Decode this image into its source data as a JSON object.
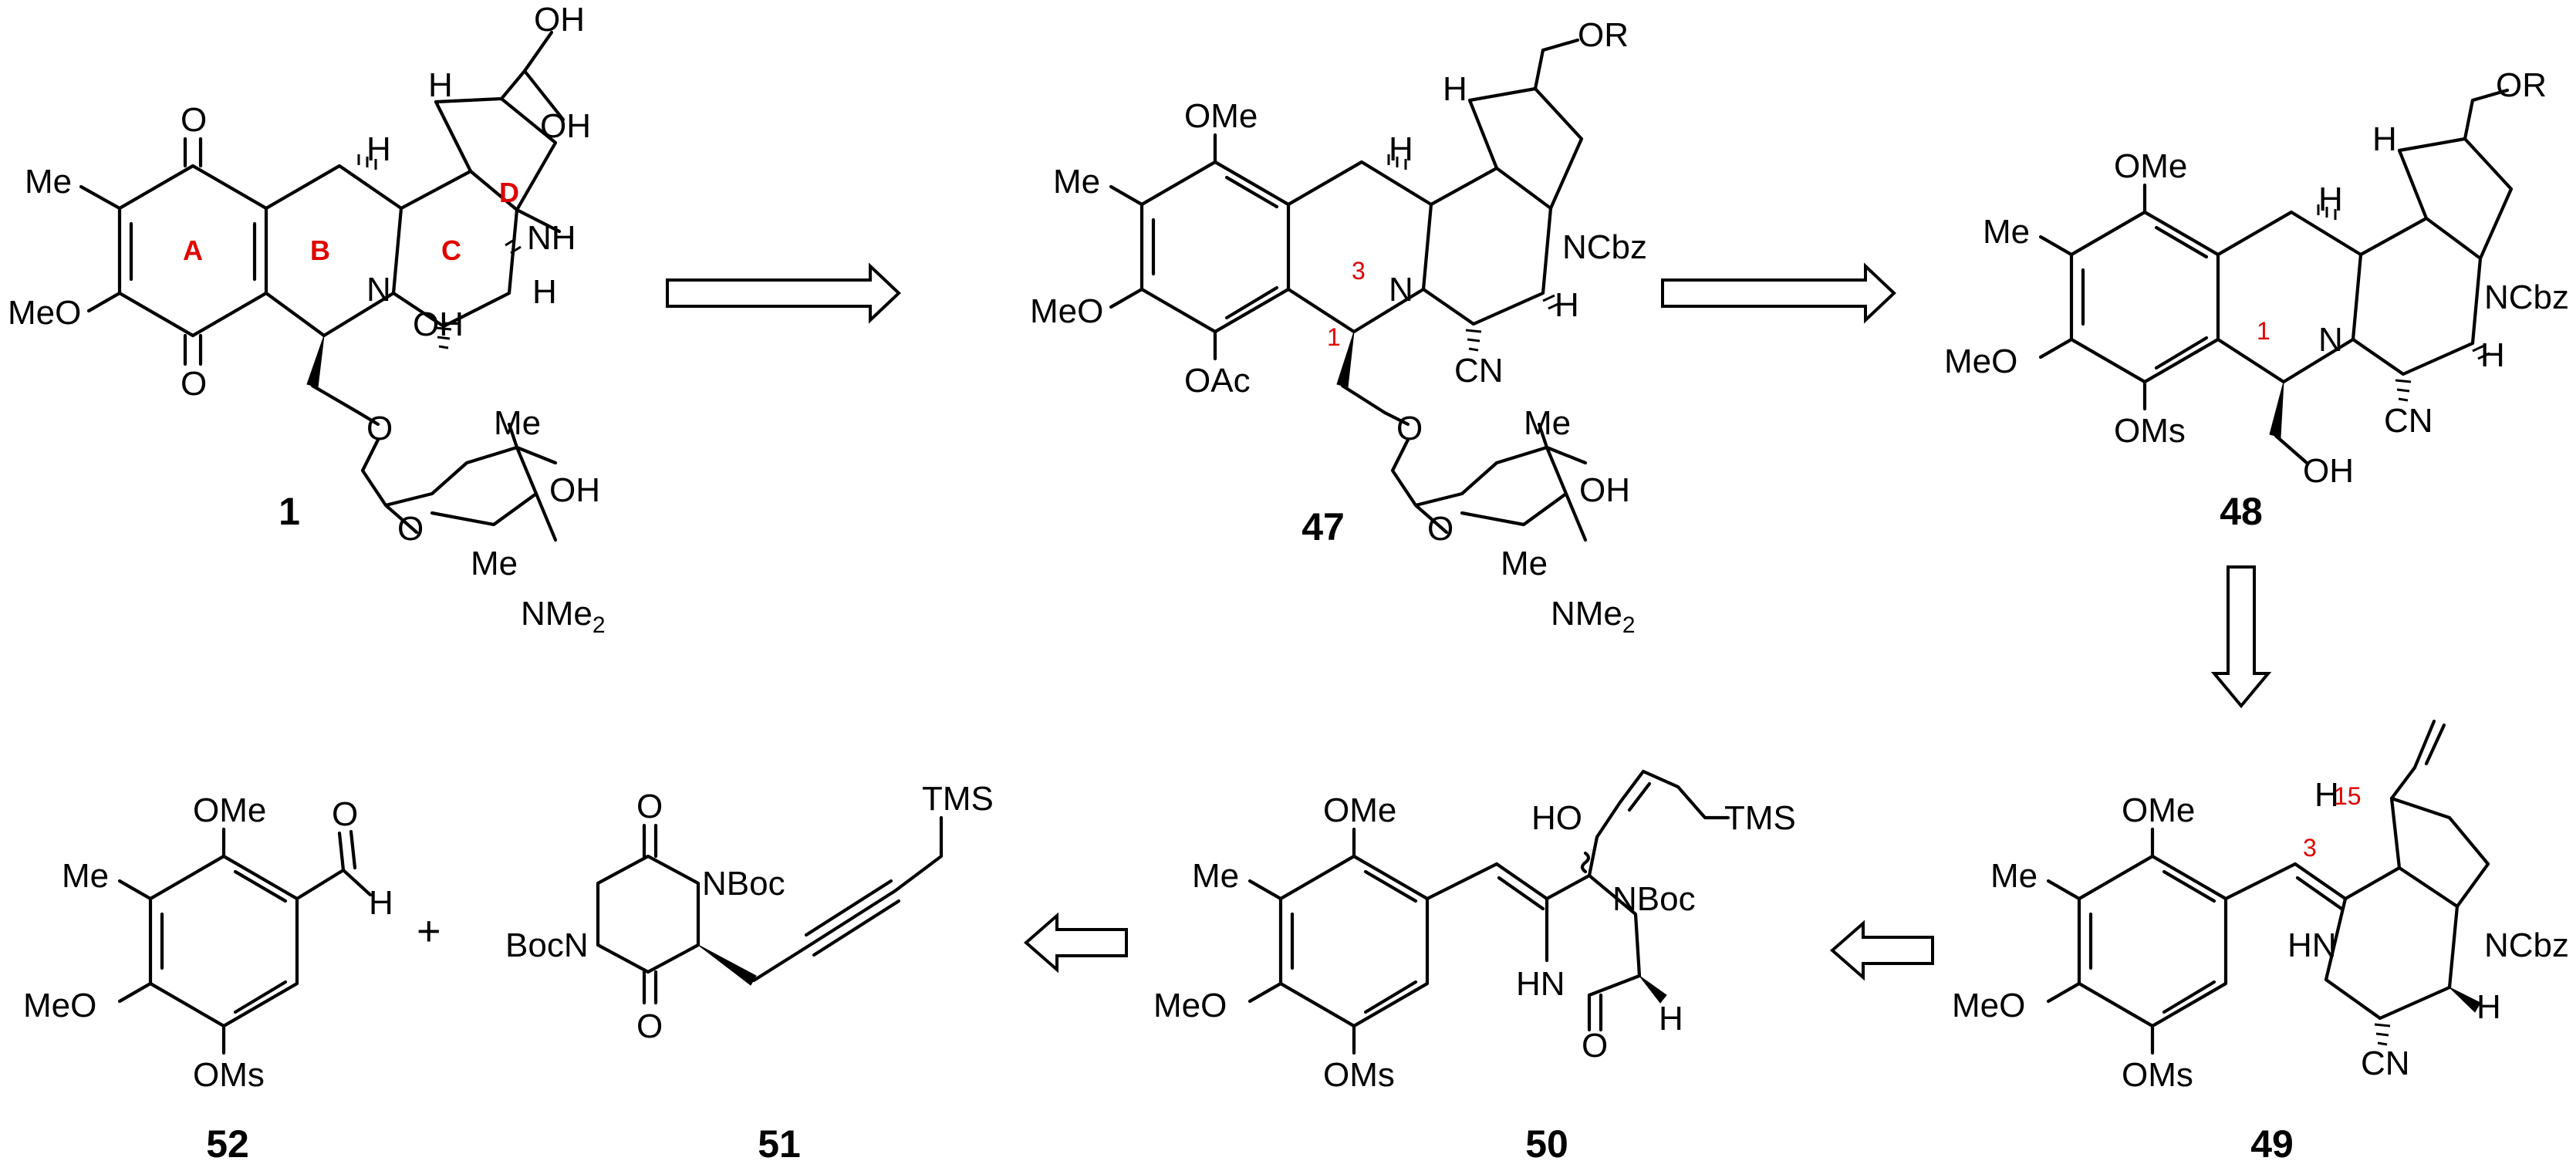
{
  "compounds": {
    "c1": {
      "label": "1",
      "ring_labels": {
        "A": "A",
        "B": "B",
        "C": "C",
        "D": "D"
      }
    },
    "c47": {
      "label": "47",
      "position_labels": {
        "p1": "1",
        "p3": "3"
      }
    },
    "c48": {
      "label": "48",
      "position_labels": {
        "p1": "1"
      }
    },
    "c49": {
      "label": "49",
      "position_labels": {
        "p3": "3",
        "p15": "15"
      }
    },
    "c50": {
      "label": "50"
    },
    "c51": {
      "label": "51"
    },
    "c52": {
      "label": "52"
    }
  },
  "atoms": {
    "O": "O",
    "OH": "OH",
    "H": "H",
    "N": "N",
    "NH": "NH",
    "HN": "HN",
    "Me": "Me",
    "MeO": "MeO",
    "OMe": "OMe",
    "OAc": "OAc",
    "OMs": "OMs",
    "OR": "OR",
    "CN": "CN",
    "NCbz": "NCbz",
    "NBoc": "NBoc",
    "BocN": "BocN",
    "NMe": "NMe",
    "sub2": "2",
    "TMS": "TMS",
    "HO": "HO",
    "plus": "+"
  },
  "colors": {
    "ink": "#000000",
    "annotation": "#e00000",
    "arrow_fill": "#ffffff"
  }
}
